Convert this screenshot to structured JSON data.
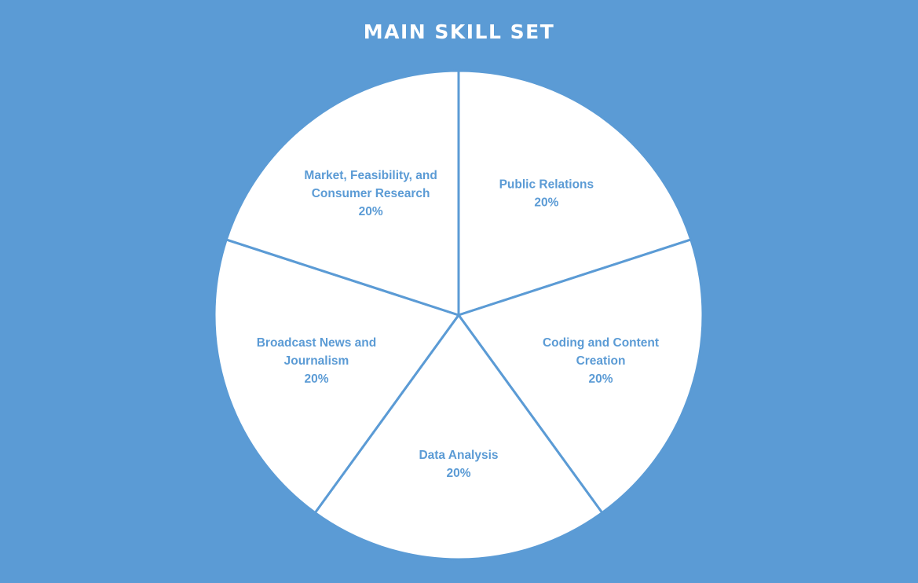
{
  "chart_data": {
    "type": "pie",
    "title": "MAIN SKILL SET",
    "slices": [
      {
        "label_lines": [
          "Public Relations"
        ],
        "value": 20,
        "value_label": "20%"
      },
      {
        "label_lines": [
          "Coding and Content",
          "Creation"
        ],
        "value": 20,
        "value_label": "20%"
      },
      {
        "label_lines": [
          "Data Analysis"
        ],
        "value": 20,
        "value_label": "20%"
      },
      {
        "label_lines": [
          "Broadcast News and",
          "Journalism"
        ],
        "value": 20,
        "value_label": "20%"
      },
      {
        "label_lines": [
          "Market, Feasibility, and",
          "Consumer Research"
        ],
        "value": 20,
        "value_label": "20%"
      }
    ],
    "colors": {
      "background": "#5b9bd5",
      "slice_fill": "#ffffff",
      "slice_border": "#5b9bd5",
      "label_text": "#5b9bd5",
      "title_text": "#ffffff"
    },
    "legend": "none",
    "start_angle_deg": 0,
    "direction": "clockwise"
  }
}
